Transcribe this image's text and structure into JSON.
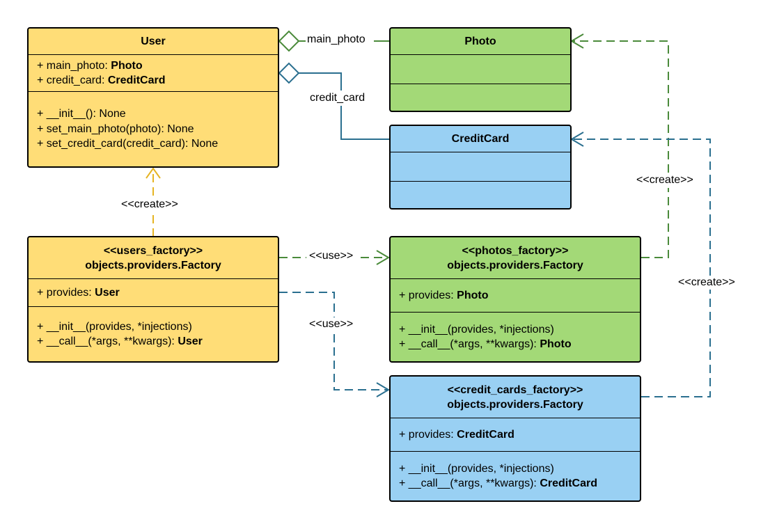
{
  "classes": {
    "user": {
      "title": "User",
      "attributes": [
        {
          "prefix": "+ main_photo: ",
          "type": "Photo"
        },
        {
          "prefix": "+ credit_card: ",
          "type": "CreditCard"
        }
      ],
      "methods": [
        {
          "text": "+ __init__(): None"
        },
        {
          "text": "+ set_main_photo(photo): None"
        },
        {
          "text": "+ set_credit_card(credit_card): None"
        }
      ]
    },
    "photo": {
      "title": "Photo"
    },
    "credit_card": {
      "title": "CreditCard"
    },
    "users_factory": {
      "stereotype": "<<users_factory>>",
      "title": "objects.providers.Factory",
      "attribute": {
        "prefix": "+ provides: ",
        "type": "User"
      },
      "methods": [
        {
          "prefix": "+ __init__(provides, *injections)",
          "type": ""
        },
        {
          "prefix": "+ __call__(*args, **kwargs): ",
          "type": "User"
        }
      ]
    },
    "photos_factory": {
      "stereotype": "<<photos_factory>>",
      "title": "objects.providers.Factory",
      "attribute": {
        "prefix": "+ provides: ",
        "type": "Photo"
      },
      "methods": [
        {
          "prefix": "+ __init__(provides, *injections)",
          "type": ""
        },
        {
          "prefix": "+ __call__(*args, **kwargs): ",
          "type": "Photo"
        }
      ]
    },
    "credit_cards_factory": {
      "stereotype": "<<credit_cards_factory>>",
      "title": "objects.providers.Factory",
      "attribute": {
        "prefix": "+ provides: ",
        "type": "CreditCard"
      },
      "methods": [
        {
          "prefix": "+ __init__(provides, *injections)",
          "type": ""
        },
        {
          "prefix": "+ __call__(*args, **kwargs): ",
          "type": "CreditCard"
        }
      ]
    }
  },
  "edge_labels": {
    "main_photo": "main_photo",
    "credit_card": "credit_card",
    "create_user": "<<create>>",
    "use_photos": "<<use>>",
    "use_credit_cards": "<<use>>",
    "create_photo": "<<create>>",
    "create_credit_card": "<<create>>"
  },
  "colors": {
    "yellow": "#ffdd77",
    "green": "#a3d977",
    "blue": "#99d0f3",
    "yellow_line": "#e6b422",
    "green_line": "#4a8a3a",
    "blue_line": "#2a6f8f"
  }
}
